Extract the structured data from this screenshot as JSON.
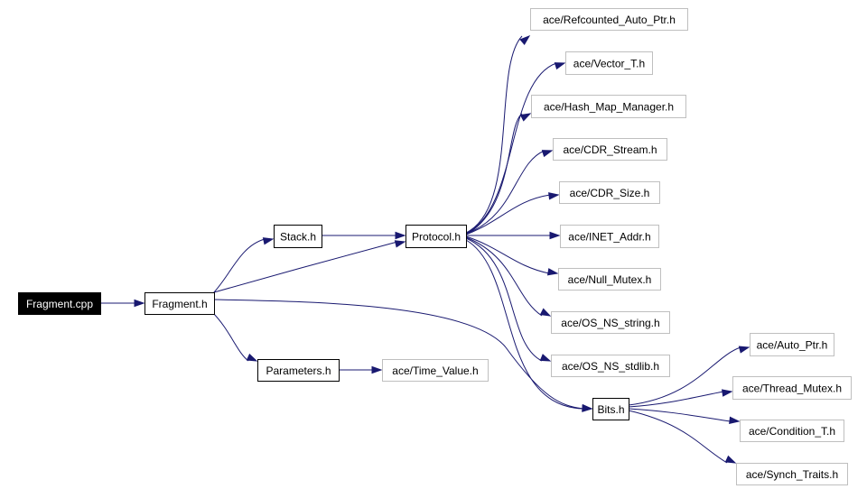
{
  "graph": {
    "colors": {
      "edge": "#191970",
      "root_fill": "#000000",
      "root_text": "#ffffff",
      "internal_border": "#000000",
      "external_border": "#bfbfbf",
      "node_fill": "#ffffff",
      "node_text": "#000000"
    },
    "nodes": [
      {
        "id": "fragment_cpp",
        "label": "Fragment.cpp",
        "kind": "root"
      },
      {
        "id": "fragment_h",
        "label": "Fragment.h",
        "kind": "internal"
      },
      {
        "id": "stack_h",
        "label": "Stack.h",
        "kind": "internal"
      },
      {
        "id": "parameters_h",
        "label": "Parameters.h",
        "kind": "internal"
      },
      {
        "id": "protocol_h",
        "label": "Protocol.h",
        "kind": "internal"
      },
      {
        "id": "bits_h",
        "label": "Bits.h",
        "kind": "internal"
      },
      {
        "id": "refcounted_auto_ptr",
        "label": "ace/Refcounted_Auto_Ptr.h",
        "kind": "external"
      },
      {
        "id": "vector_t",
        "label": "ace/Vector_T.h",
        "kind": "external"
      },
      {
        "id": "hash_map_manager",
        "label": "ace/Hash_Map_Manager.h",
        "kind": "external"
      },
      {
        "id": "cdr_stream",
        "label": "ace/CDR_Stream.h",
        "kind": "external"
      },
      {
        "id": "cdr_size",
        "label": "ace/CDR_Size.h",
        "kind": "external"
      },
      {
        "id": "inet_addr",
        "label": "ace/INET_Addr.h",
        "kind": "external"
      },
      {
        "id": "null_mutex",
        "label": "ace/Null_Mutex.h",
        "kind": "external"
      },
      {
        "id": "os_ns_string",
        "label": "ace/OS_NS_string.h",
        "kind": "external"
      },
      {
        "id": "os_ns_stdlib",
        "label": "ace/OS_NS_stdlib.h",
        "kind": "external"
      },
      {
        "id": "time_value",
        "label": "ace/Time_Value.h",
        "kind": "external"
      },
      {
        "id": "auto_ptr",
        "label": "ace/Auto_Ptr.h",
        "kind": "external"
      },
      {
        "id": "thread_mutex",
        "label": "ace/Thread_Mutex.h",
        "kind": "external"
      },
      {
        "id": "condition_t",
        "label": "ace/Condition_T.h",
        "kind": "external"
      },
      {
        "id": "synch_traits",
        "label": "ace/Synch_Traits.h",
        "kind": "external"
      }
    ],
    "edges": [
      {
        "from": "fragment_cpp",
        "to": "fragment_h"
      },
      {
        "from": "fragment_h",
        "to": "stack_h"
      },
      {
        "from": "fragment_h",
        "to": "protocol_h"
      },
      {
        "from": "fragment_h",
        "to": "bits_h"
      },
      {
        "from": "fragment_h",
        "to": "parameters_h"
      },
      {
        "from": "stack_h",
        "to": "protocol_h"
      },
      {
        "from": "parameters_h",
        "to": "time_value"
      },
      {
        "from": "protocol_h",
        "to": "refcounted_auto_ptr"
      },
      {
        "from": "protocol_h",
        "to": "vector_t"
      },
      {
        "from": "protocol_h",
        "to": "hash_map_manager"
      },
      {
        "from": "protocol_h",
        "to": "cdr_stream"
      },
      {
        "from": "protocol_h",
        "to": "cdr_size"
      },
      {
        "from": "protocol_h",
        "to": "inet_addr"
      },
      {
        "from": "protocol_h",
        "to": "null_mutex"
      },
      {
        "from": "protocol_h",
        "to": "os_ns_string"
      },
      {
        "from": "protocol_h",
        "to": "os_ns_stdlib"
      },
      {
        "from": "protocol_h",
        "to": "bits_h"
      },
      {
        "from": "bits_h",
        "to": "auto_ptr"
      },
      {
        "from": "bits_h",
        "to": "thread_mutex"
      },
      {
        "from": "bits_h",
        "to": "condition_t"
      },
      {
        "from": "bits_h",
        "to": "synch_traits"
      }
    ]
  }
}
